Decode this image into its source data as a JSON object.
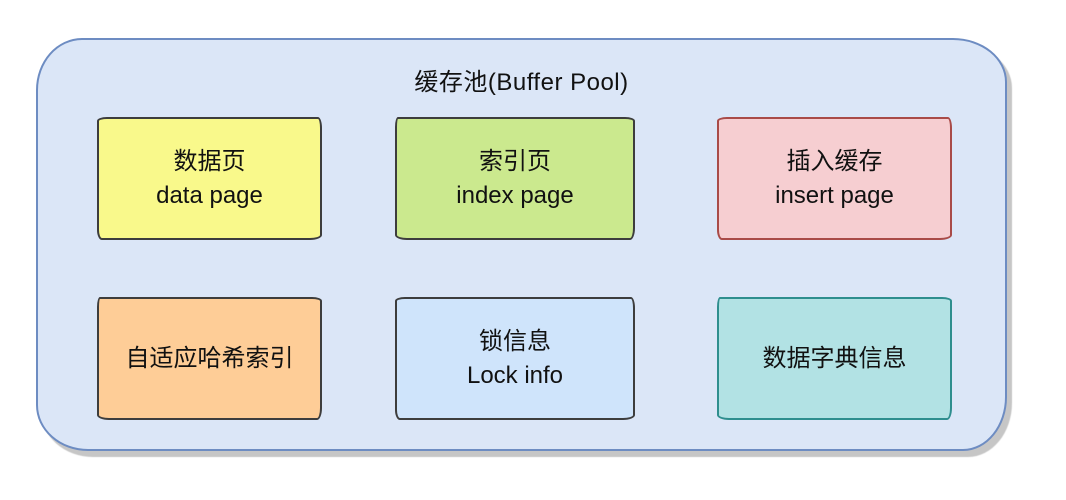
{
  "container": {
    "title": "缓存池(Buffer Pool)",
    "fill": "#dbe6f7",
    "border": "#6d8cc2",
    "shadow": "#c6c6c6"
  },
  "boxes": [
    {
      "id": "data-page",
      "title": "数据页",
      "subtitle": "data page",
      "fill": "#f9f98b",
      "border": "#3d3d3d"
    },
    {
      "id": "index-page",
      "title": "索引页",
      "subtitle": "index page",
      "fill": "#cbe98e",
      "border": "#3d3d3d"
    },
    {
      "id": "insert-buffer",
      "title": "插入缓存",
      "subtitle": "insert page",
      "fill": "#f6ced1",
      "border": "#a94b48"
    },
    {
      "id": "adaptive-hash-index",
      "title": "自适应哈希索引",
      "subtitle": "",
      "fill": "#fecd97",
      "border": "#3d3d3d"
    },
    {
      "id": "lock-info",
      "title": "锁信息",
      "subtitle": "Lock info",
      "fill": "#cfe4fb",
      "border": "#3d3d3d"
    },
    {
      "id": "data-dictionary",
      "title": "数据字典信息",
      "subtitle": "",
      "fill": "#b2e2e4",
      "border": "#2e8e8e"
    }
  ]
}
